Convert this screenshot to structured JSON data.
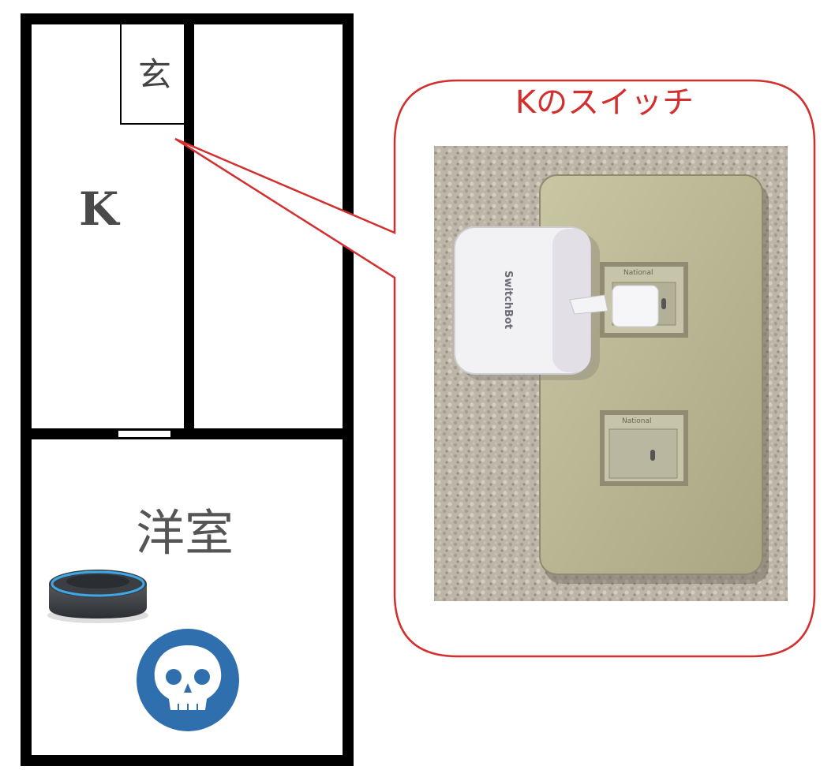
{
  "floorplan": {
    "rooms": {
      "genkan": "玄",
      "kitchen": "K",
      "western_room": "洋室"
    }
  },
  "callout": {
    "title": "Kのスイッチ",
    "border_color": "#d32f2f"
  },
  "photo": {
    "device_brand": "SwitchBot",
    "switch_brand_top": "National",
    "switch_brand_bottom": "National"
  },
  "icons": {
    "speaker": "smart-speaker-icon",
    "avatar": "skull-avatar-icon",
    "avatar_color": "#2f6fae"
  }
}
